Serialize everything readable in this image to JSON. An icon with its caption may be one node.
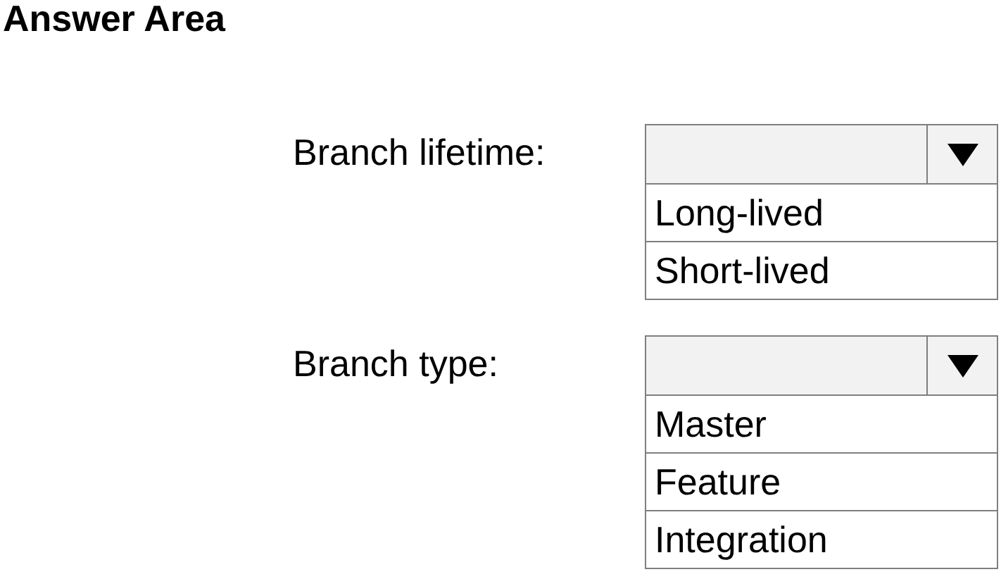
{
  "diagram": {
    "title": "Answer Area",
    "labels": [
      "Branch lifetime:",
      "Long-lived",
      "Short-lived",
      "Branch type:",
      "Master",
      "Feature",
      "Integration"
    ]
  }
}
